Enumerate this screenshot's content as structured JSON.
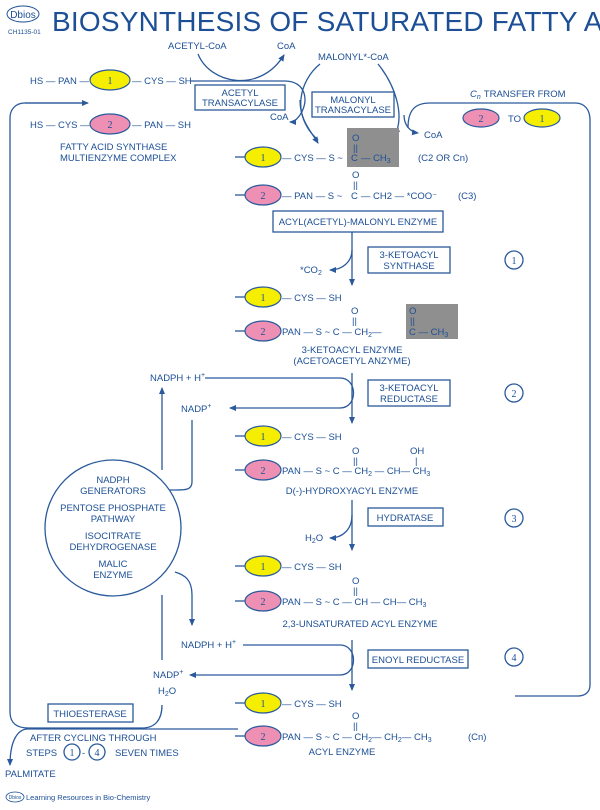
{
  "header": {
    "logo": "Dbios",
    "code": "CH1135-01",
    "title": "BIOSYNTHESIS OF SATURATED FATTY ACIDS"
  },
  "colors": {
    "text": "#1c4f95",
    "line": "#2a5a9c",
    "enzyme1": "#f5ee00",
    "enzyme2": "#ee8fb4",
    "highlight": "#8f8f8f"
  },
  "enzymes": {
    "e1": "1",
    "e2": "2"
  },
  "complex": {
    "row1_left": "HS — PAN —",
    "row1_right": "— CYS — SH",
    "row2_left": "HS — CYS —",
    "row2_right": "— PAN — SH",
    "label_line1": "FATTY ACID SYNTHASE",
    "label_line2": "MULTIENZYME COMPLEX"
  },
  "substrates": {
    "acetyl_coa": "ACETYL-CoA",
    "coa": "CoA",
    "malonyl_coa": "MALONYL*-CoA",
    "co2": "*CO",
    "co2_sub": "2",
    "h2o": "H",
    "h2o_sub": "2",
    "h2o_tail": "O",
    "nadph": "NADPH + H",
    "nadp": "NADP",
    "plus": "+"
  },
  "enzyme_boxes": {
    "acetyl_transacylase": [
      "ACETYL",
      "TRANSACYLASE"
    ],
    "malonyl_transacylase": [
      "MALONYL",
      "TRANSACYLASE"
    ],
    "acyl_malonyl": "ACYL(ACETYL)-MALONYL ENZYME",
    "ketoacyl_synthase": [
      "3-KETOACYL",
      "SYNTHASE"
    ],
    "ketoacyl_reductase": [
      "3-KETOACYL",
      "REDUCTASE"
    ],
    "hydratase": "HYDRATASE",
    "enoyl_reductase": "ENOYL REDUCTASE",
    "thioesterase": "THIOESTERASE"
  },
  "transfer": {
    "label": "TRANSFER FROM",
    "cn": "C",
    "cn_sub": "n",
    "to": "TO"
  },
  "intermediates": {
    "acyl": {
      "chain": "— CYS — S ~",
      "c": "C",
      "rest": "— CH",
      "sub": "3",
      "note": "(C2 OR Cn)"
    },
    "malonyl": {
      "chain": "— PAN — S ~",
      "c": "C",
      "rest": "— CH2 — *COO⁻",
      "note": "(C3)"
    },
    "ketoacyl": {
      "name1": "3-KETOACYL ENZYME",
      "name2": "(ACETOACETYL ANZYME)"
    },
    "hydroxyacyl": {
      "name": "D(-)-HYDROXYACYL ENZYME"
    },
    "unsaturated": {
      "name": "2,3-UNSATURATED ACYL ENZYME"
    },
    "acyl_enzyme": {
      "name": "ACYL ENZYME",
      "note": "(Cn)"
    },
    "cys_sh": "— CYS — SH",
    "o": "O",
    "oh": "OH"
  },
  "steps": [
    "1",
    "2",
    "3",
    "4"
  ],
  "nadph_generators": [
    "NADPH",
    "GENERATORS",
    "PENTOSE PHOSPHATE",
    "PATHWAY",
    "ISOCITRATE",
    "DEHYDROGENASE",
    "MALIC",
    "ENZYME"
  ],
  "cycle_note": {
    "line1": "AFTER CYCLING THROUGH",
    "steps": "STEPS",
    "dash": "-",
    "times": "SEVEN TIMES",
    "product": "PALMITATE"
  },
  "footer": {
    "logo": "Dbios",
    "text": "Learning Resources in Bio-Chemistry"
  }
}
